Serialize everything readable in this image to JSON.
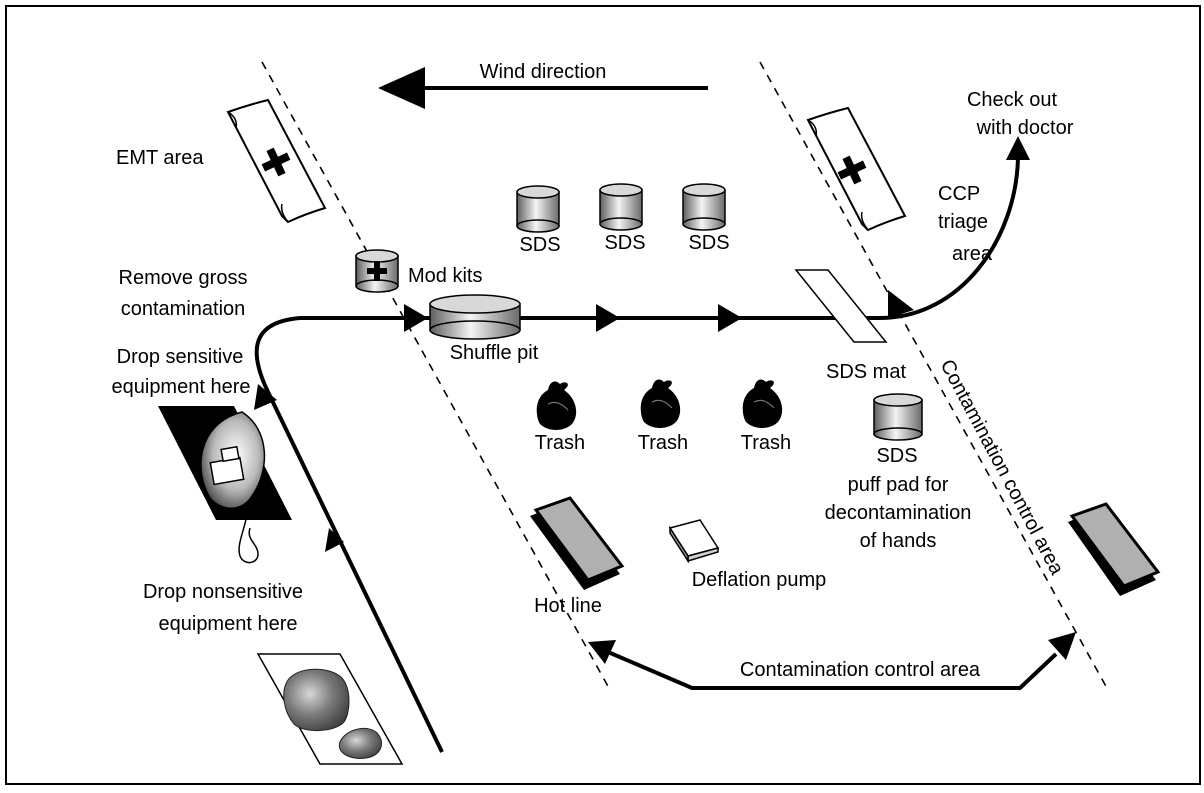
{
  "labels": {
    "wind_direction": "Wind direction",
    "check_out_line1": "Check out",
    "check_out_line2": "with doctor",
    "emt_area": "EMT area",
    "ccp_line1": "CCP",
    "ccp_line2": "triage",
    "ccp_line3": "area",
    "sds": "SDS",
    "mod_kits": "Mod kits",
    "remove_gross_line1": "Remove gross",
    "remove_gross_line2": "contamination",
    "shuffle_pit": "Shuffle pit",
    "sds_mat": "SDS mat",
    "drop_sensitive_line1": "Drop sensitive",
    "drop_sensitive_line2": "equipment here",
    "trash": "Trash",
    "sds_puff_line1": "SDS",
    "sds_puff_line2": "puff pad for",
    "sds_puff_line3": "decontamination",
    "sds_puff_line4": "of hands",
    "contamination_control_area_diagonal": "Contamination control area",
    "deflation_pump": "Deflation pump",
    "hot_line": "Hot line",
    "drop_nonsensitive_line1": "Drop nonsensitive",
    "drop_nonsensitive_line2": "equipment here",
    "contamination_control_area": "Contamination control area"
  },
  "colors": {
    "ink": "#000000",
    "metal_light": "#f0f0f0",
    "metal_dark": "#6e6e6e",
    "pad_gray": "#a8a8a8"
  },
  "icons": [
    "first-aid-cross-icon",
    "sds-canister-icon",
    "trash-bag-icon",
    "decon-pad-icon",
    "deflation-pump-icon",
    "backpack-icon",
    "sensitive-equipment-bag-icon"
  ]
}
